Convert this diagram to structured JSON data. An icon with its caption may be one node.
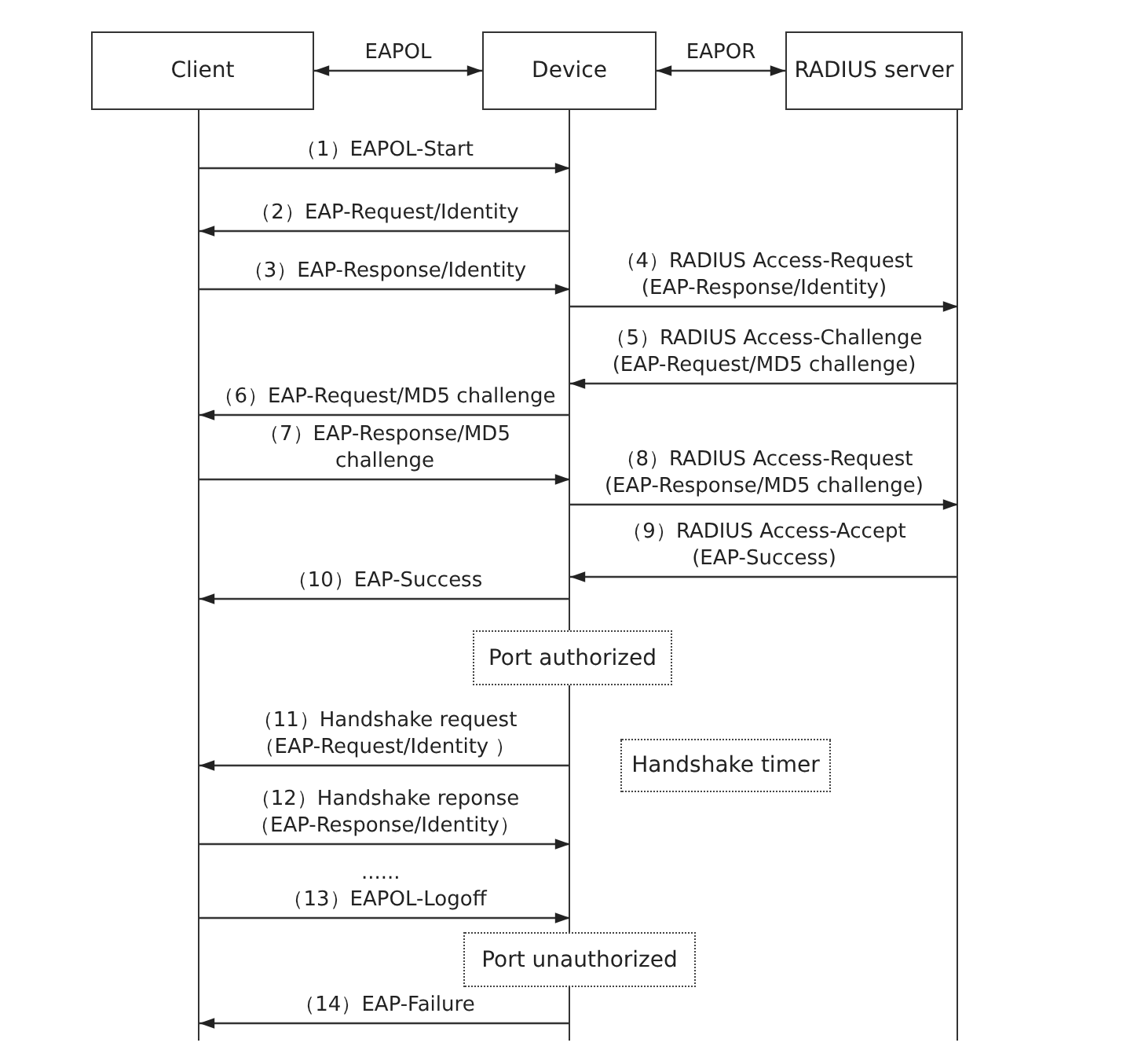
{
  "diagram": {
    "nodes": [
      {
        "text": [
          "Client"
        ]
      },
      {
        "text": [
          "Device"
        ]
      },
      {
        "text": [
          "RADIUS server"
        ]
      },
      {
        "text": [
          "Port authorized"
        ]
      },
      {
        "text": [
          "Handshake timer"
        ]
      },
      {
        "text": [
          "Port unauthorized"
        ]
      }
    ],
    "edges": [
      {
        "from": 0,
        "to": 1,
        "arrow": "both",
        "label": "EAPOL"
      },
      {
        "from": 1,
        "to": 2,
        "arrow": "both",
        "label": "EAPOR"
      },
      {
        "from": 0,
        "to": 1,
        "arrow": "to",
        "label": "（1）EAPOL-Start"
      },
      {
        "from": 1,
        "to": 0,
        "arrow": "to",
        "label": "（2）EAP-Request/Identity"
      },
      {
        "from": 0,
        "to": 1,
        "arrow": "to",
        "label": "（3）EAP-Response/Identity"
      },
      {
        "from": 1,
        "to": 2,
        "arrow": "to",
        "label": "（4）RADIUS Access-Request (EAP-Response/Identity)"
      },
      {
        "from": 2,
        "to": 1,
        "arrow": "to",
        "label": "（5）RADIUS Access-Challenge (EAP-Request/MD5 challenge)"
      },
      {
        "from": 1,
        "to": 0,
        "arrow": "to",
        "label": "（6）EAP-Request/MD5 challenge"
      },
      {
        "from": 0,
        "to": 1,
        "arrow": "to",
        "label": "（7）EAP-Response/MD5 challenge"
      },
      {
        "from": 1,
        "to": 2,
        "arrow": "to",
        "label": "（8）RADIUS Access-Request (EAP-Response/MD5 challenge)"
      },
      {
        "from": 2,
        "to": 1,
        "arrow": "to",
        "label": "（9）RADIUS Access-Accept (EAP-Success)"
      },
      {
        "from": 1,
        "to": 0,
        "arrow": "to",
        "label": "（10）EAP-Success"
      },
      {
        "from": 1,
        "to": 0,
        "arrow": "to",
        "label": "（11）Handshake request （EAP-Request/Identity ）"
      },
      {
        "from": 0,
        "to": 1,
        "arrow": "to",
        "label": "（12）Handshake reponse （EAP-Response/Identity）"
      },
      {
        "from": 0,
        "to": 1,
        "arrow": "to",
        "label": "（13）EAPOL-Logoff"
      },
      {
        "from": 1,
        "to": 0,
        "arrow": "to",
        "label": "（14）EAP-Failure"
      }
    ],
    "labels": [
      "......"
    ]
  }
}
